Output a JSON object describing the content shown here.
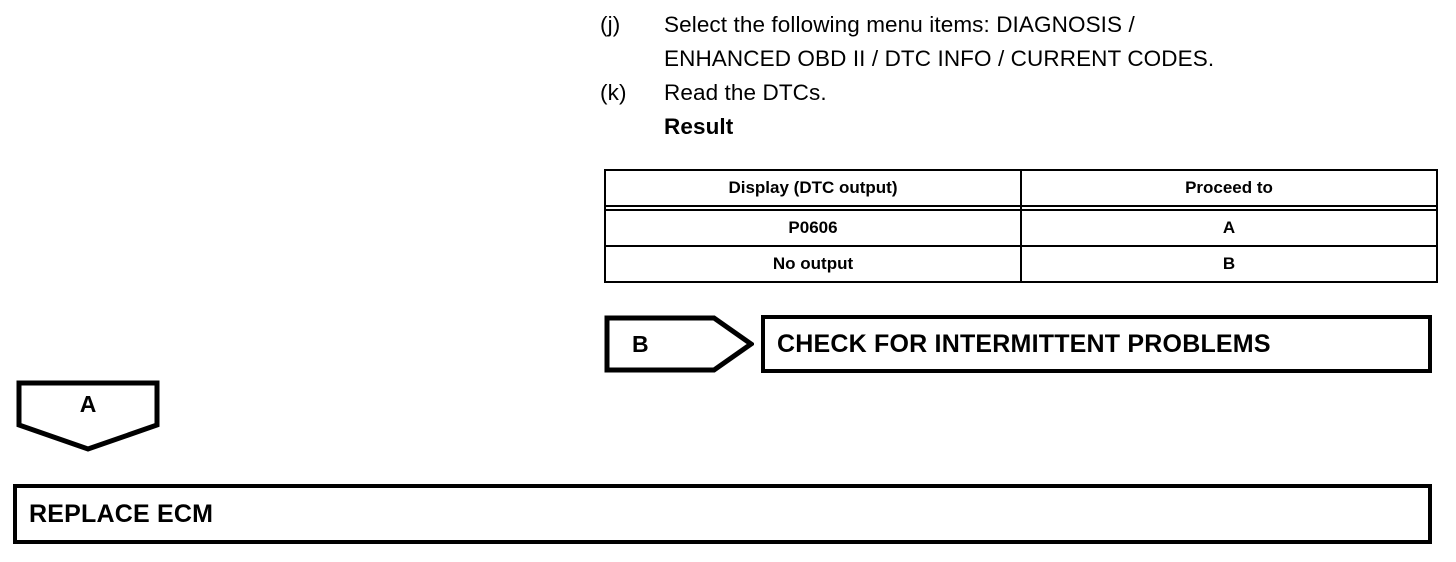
{
  "instructions": {
    "steps": [
      {
        "marker": "(j)",
        "lines": [
          "Select the following menu items: DIAGNOSIS /",
          "ENHANCED OBD II / DTC INFO / CURRENT CODES."
        ],
        "bold_sub": ""
      },
      {
        "marker": "(k)",
        "lines": [
          "Read the DTCs."
        ],
        "bold_sub": "Result"
      }
    ]
  },
  "result_table": {
    "headers": [
      "Display (DTC output)",
      "Proceed to"
    ],
    "rows": [
      [
        "P0606",
        "A"
      ],
      [
        "No output",
        "B"
      ]
    ]
  },
  "flow": {
    "connector_b": {
      "label": "B",
      "shape": "right-pointing-pentagon"
    },
    "action_check": {
      "label": "CHECK FOR INTERMITTENT PROBLEMS"
    },
    "connector_a": {
      "label": "A",
      "shape": "down-pointing-pentagon"
    },
    "action_replace": {
      "label": "REPLACE ECM"
    }
  },
  "colors": {
    "ink": "#000000",
    "paper": "#ffffff"
  }
}
